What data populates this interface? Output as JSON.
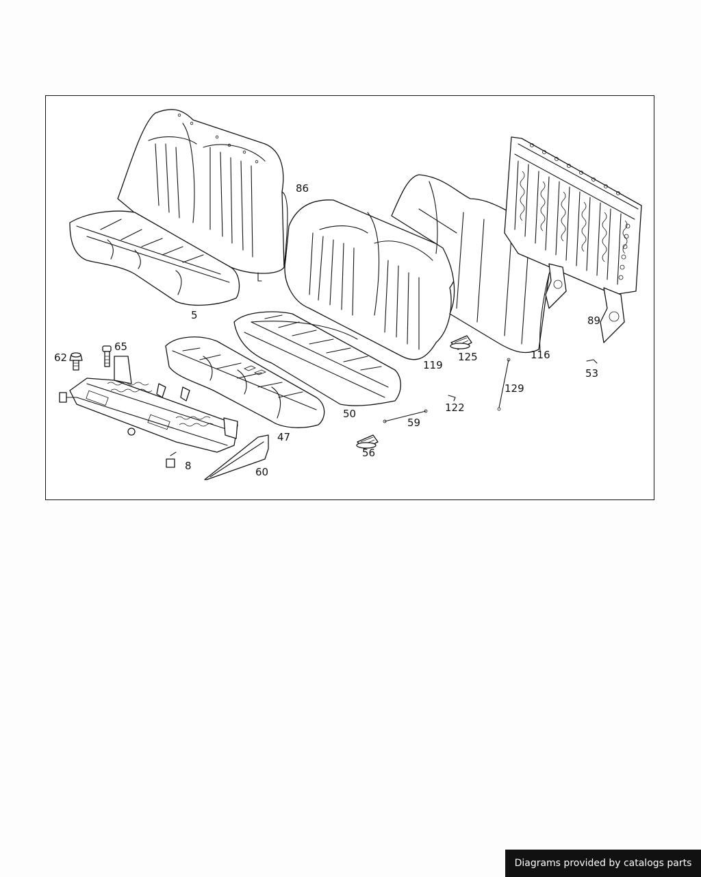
{
  "diagram": {
    "callouts": {
      "p5": "5",
      "p86": "86",
      "p119": "119",
      "p125": "125",
      "p116": "116",
      "p89": "89",
      "p53": "53",
      "p62": "62",
      "p65": "65",
      "p50": "50",
      "p47": "47",
      "p59": "59",
      "p122": "122",
      "p129": "129",
      "p56": "56",
      "p8": "8",
      "p60": "60"
    }
  },
  "footer": {
    "credit": "Diagrams provided by catalogs parts"
  },
  "colors": {
    "line": "#111111",
    "background": "#fdfdfd",
    "credit_bg": "#111111",
    "credit_text": "#ffffff"
  }
}
